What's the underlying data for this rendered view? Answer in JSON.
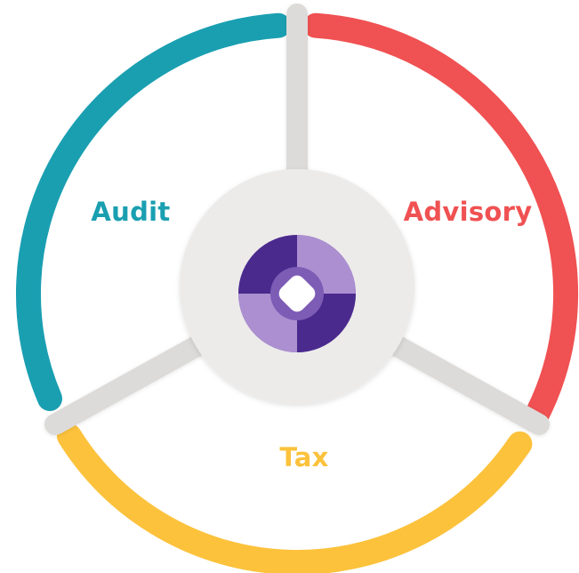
{
  "segments": [
    {
      "id": "audit",
      "label": "Audit",
      "color": "#1a9fb1"
    },
    {
      "id": "advisory",
      "label": "Advisory",
      "color": "#f05152"
    },
    {
      "id": "tax",
      "label": "Tax",
      "color": "#fcc23c"
    }
  ],
  "hub": {
    "logo": "circular-swirl-logo",
    "logo_colors": {
      "light": "#ab8fd0",
      "mid": "#7d5cb6",
      "dark": "#4b2a8e"
    },
    "fill": "#ecebea",
    "spoke": "#dcdbd9"
  }
}
